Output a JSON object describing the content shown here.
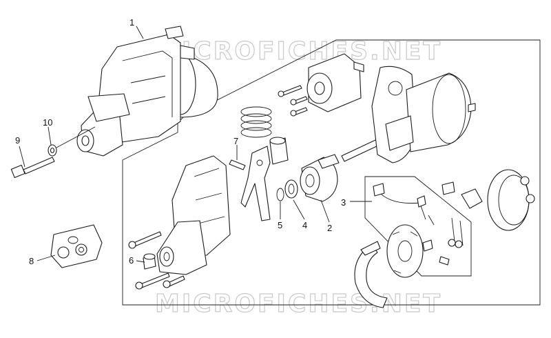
{
  "watermarks": [
    "MICROFICHES.NET",
    "MICROFICHES.NET"
  ],
  "callouts": [
    {
      "id": "1",
      "text": "1"
    },
    {
      "id": "2",
      "text": "2"
    },
    {
      "id": "3",
      "text": "3"
    },
    {
      "id": "4",
      "text": "4"
    },
    {
      "id": "5",
      "text": "5"
    },
    {
      "id": "6",
      "text": "6"
    },
    {
      "id": "7",
      "text": "7"
    },
    {
      "id": "8",
      "text": "8"
    },
    {
      "id": "9",
      "text": "9"
    },
    {
      "id": "10",
      "text": "10"
    }
  ],
  "colors": {
    "line": "#1a1a1a",
    "background": "#ffffff",
    "watermark": "#c8c8c8"
  }
}
